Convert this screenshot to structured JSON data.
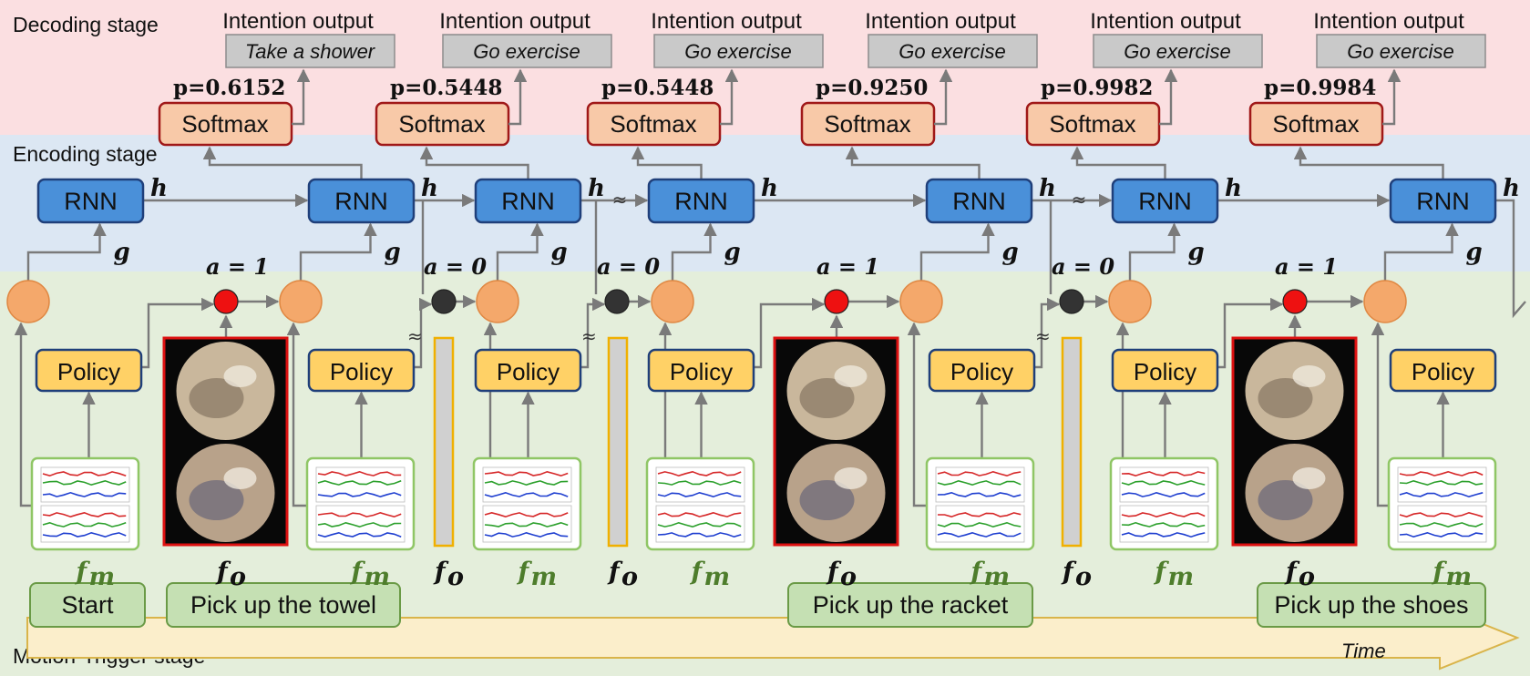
{
  "stages": {
    "decoding": "Decoding stage",
    "encoding": "Encoding stage",
    "motion_trigger": "Motion-Trigger stage"
  },
  "colors": {
    "decoding_bg": "#fbdfe1",
    "encoding_bg": "#dce7f3",
    "trigger_bg": "#e4eedb",
    "rnn_fill": "#4a90d9",
    "policy_fill": "#ffd166",
    "softmax_fill": "#f8c9a8",
    "node_orange": "#f4a86b",
    "trigger_on": "#ee1111",
    "trigger_off": "#333333"
  },
  "intention_title": "Intention output",
  "intentions": [
    {
      "output": "Take a shower",
      "p": "p=0.6152"
    },
    {
      "output": "Go exercise",
      "p": "p=0.5448"
    },
    {
      "output": "Go exercise",
      "p": "p=0.5448"
    },
    {
      "output": "Go exercise",
      "p": "p=0.9250"
    },
    {
      "output": "Go exercise",
      "p": "p=0.9982"
    },
    {
      "output": "Go exercise",
      "p": "p=0.9984"
    }
  ],
  "softmax_label": "Softmax",
  "rnn_label": "RNN",
  "policy_label": "Policy",
  "hidden_symbol": "h",
  "g_symbol": "g",
  "fm_symbol": "fm",
  "fo_symbol": "fo",
  "triggers": [
    {
      "label": "a = 1",
      "state": "on"
    },
    {
      "label": "a = 0",
      "state": "off"
    },
    {
      "label": "a = 0",
      "state": "off"
    },
    {
      "label": "a = 1",
      "state": "on"
    },
    {
      "label": "a = 0",
      "state": "off"
    },
    {
      "label": "a = 1",
      "state": "on"
    }
  ],
  "actions": {
    "start": "Start",
    "towel": "Pick up the towel",
    "racket": "Pick up the racket",
    "shoes": "Pick up the shoes"
  },
  "time_label": "Time"
}
